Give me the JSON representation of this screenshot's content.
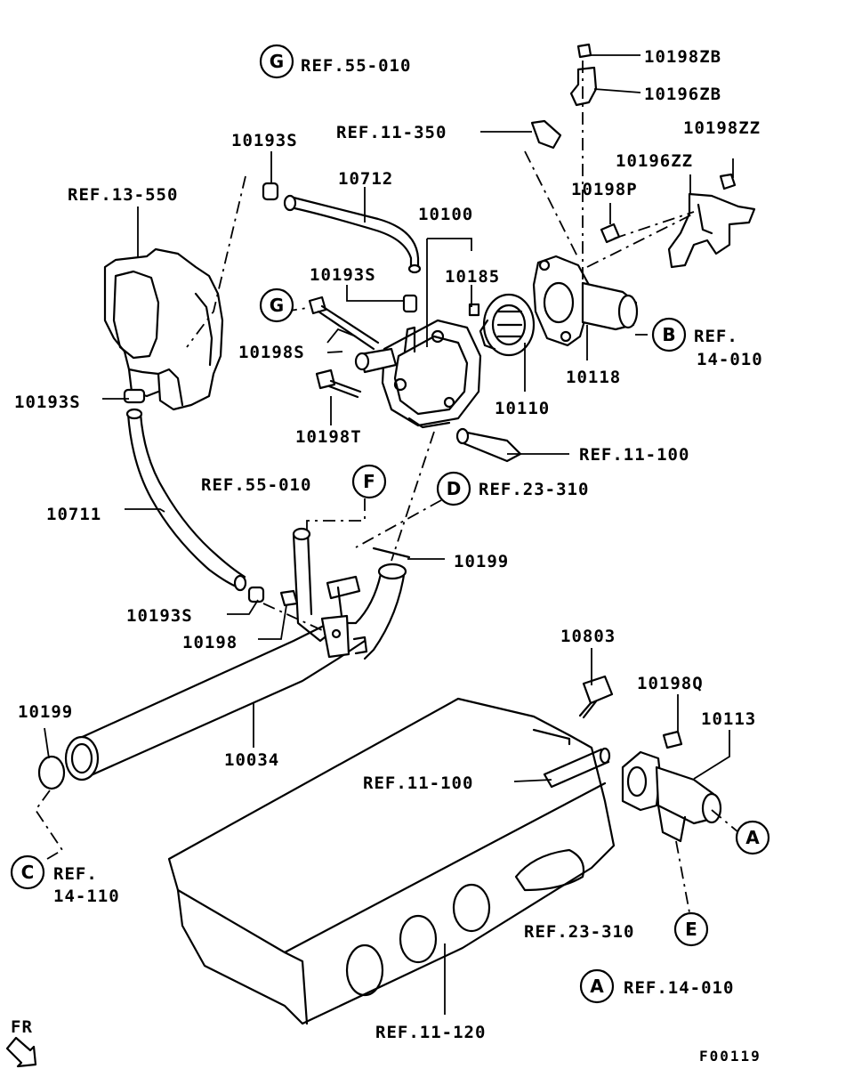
{
  "figure_code": "F00119",
  "direction_label": "FR",
  "labels": {
    "ref_55_010_top": "REF.55-010",
    "p_10198ZB": "10198ZB",
    "p_10196ZB": "10196ZB",
    "ref_11_350": "REF.11-350",
    "p_10198ZZ": "10198ZZ",
    "p_10196ZZ": "10196ZZ",
    "p_10198P": "10198P",
    "p_10193S_top": "10193S",
    "p_10712": "10712",
    "ref_13_550": "REF.13-550",
    "p_10100": "10100",
    "p_10193S_mid": "10193S",
    "p_10185": "10185",
    "p_10198S": "10198S",
    "ref_14_010_line1": "REF.",
    "ref_14_010_line2": "14-010",
    "p_10118": "10118",
    "p_10193S_left": "10193S",
    "p_10110": "10110",
    "p_10198T": "10198T",
    "ref_11_100_top": "REF.11-100",
    "ref_55_010_mid": "REF.55-010",
    "ref_23_310_mid": "REF.23-310",
    "p_10711": "10711",
    "p_10199_mid": "10199",
    "p_10193S_bottom": "10193S",
    "p_10198": "10198",
    "p_10803": "10803",
    "p_10198Q": "10198Q",
    "p_10199_left": "10199",
    "p_10113": "10113",
    "p_10034": "10034",
    "ref_11_100_bottom": "REF.11-100",
    "ref_14_110_line1": "REF.",
    "ref_14_110_line2": "14-110",
    "ref_23_310_bottom": "REF.23-310",
    "ref_14_010_legend": "REF.14-010",
    "ref_11_120": "REF.11-120"
  },
  "circles": {
    "G_top": "G",
    "G_mid": "G",
    "B": "B",
    "F": "F",
    "D": "D",
    "C": "C",
    "A_right": "A",
    "E": "E",
    "A_legend": "A"
  }
}
